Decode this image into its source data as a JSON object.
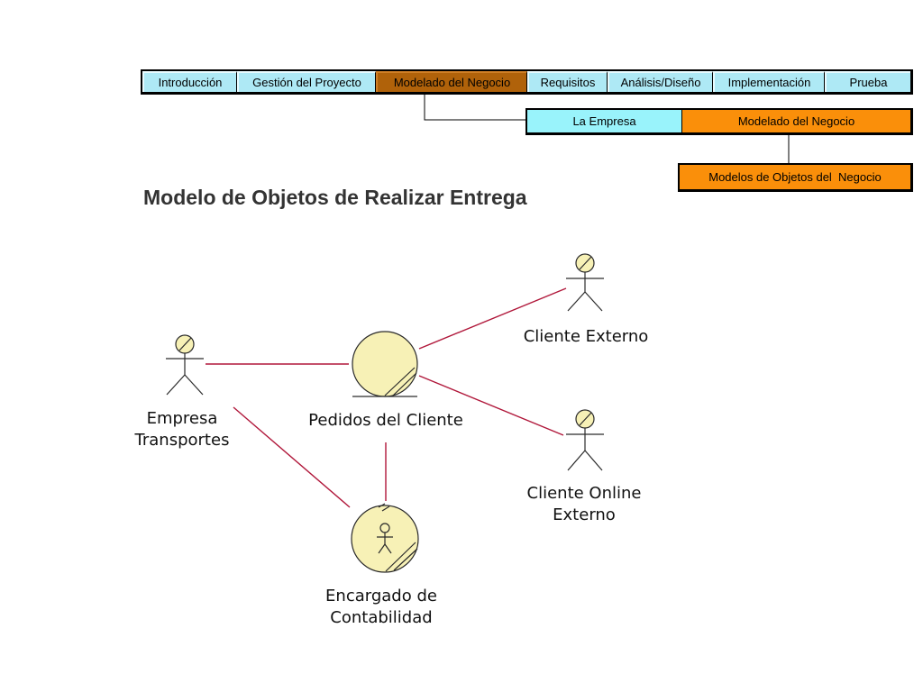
{
  "nav": {
    "items": [
      {
        "label": "Introducción",
        "active": false
      },
      {
        "label": "Gestión del Proyecto",
        "active": false
      },
      {
        "label": "Modelado del Negocio",
        "active": true
      },
      {
        "label": "Requisitos",
        "active": false
      },
      {
        "label": "Análisis/Diseño",
        "active": false
      },
      {
        "label": "Implementación",
        "active": false
      },
      {
        "label": "Prueba",
        "active": false
      }
    ]
  },
  "subnav": {
    "items": [
      {
        "label": "La Empresa"
      },
      {
        "label": "Modelado del Negocio"
      }
    ]
  },
  "leaf": {
    "label": "Modelos de Objetos del  Negocio"
  },
  "title": "Modelo de Objetos de Realizar Entrega",
  "diagram": {
    "actors": [
      {
        "id": "cliente-externo",
        "label_lines": [
          "Cliente Externo"
        ]
      },
      {
        "id": "empresa-transportes",
        "label_lines": [
          "Empresa",
          "Transportes"
        ]
      },
      {
        "id": "cliente-online",
        "label_lines": [
          "Cliente Online",
          "Externo"
        ]
      }
    ],
    "entity": {
      "id": "pedidos-cliente",
      "label_lines": [
        "Pedidos del Cliente"
      ]
    },
    "worker": {
      "id": "encargado-contabilidad",
      "label_lines": [
        "Encargado de",
        "Contabilidad"
      ]
    },
    "colors": {
      "link": "#b0173a",
      "fill": "#f7f1b6",
      "stroke": "#2a2a2a"
    }
  }
}
